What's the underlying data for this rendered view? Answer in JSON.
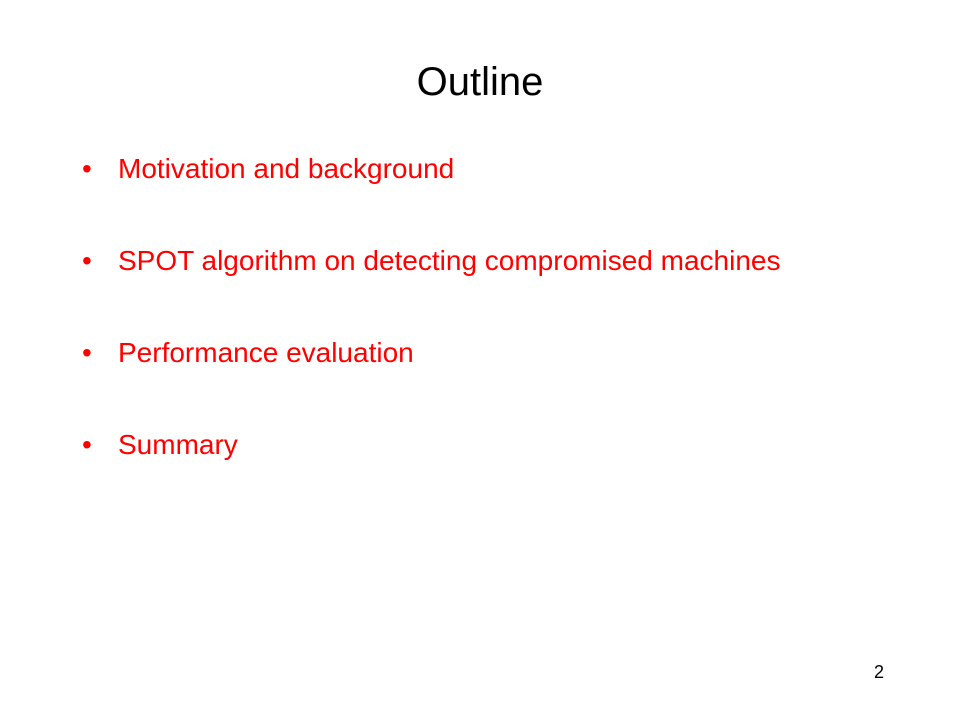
{
  "slide": {
    "title": "Outline",
    "bullet_symbol": "•",
    "bullets": [
      "Motivation and background",
      "SPOT algorithm on detecting compromised machines",
      "Performance evaluation",
      "Summary"
    ],
    "page_number": "2"
  },
  "colors": {
    "background": "#ffffff",
    "title": "#000000",
    "bullet_text": "#ff0000",
    "page_number": "#000000"
  }
}
